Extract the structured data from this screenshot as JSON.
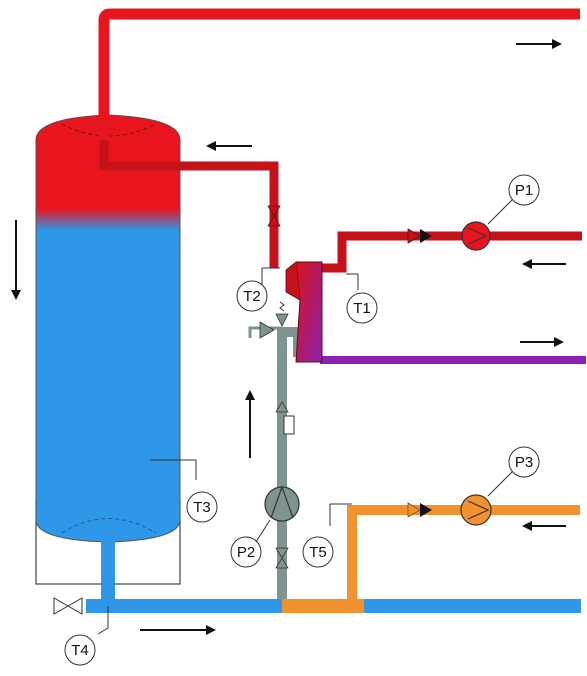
{
  "colors": {
    "hot": "#e8151f",
    "hot_dark": "#b31219",
    "cold": "#2f97e8",
    "cold_dark": "#1f6fb0",
    "mixed": "#8a22b5",
    "return_orange": "#f2922f",
    "return_orange_dark": "#c9701a",
    "recirc_gray": "#7f9390",
    "recirc_gray_dark": "#5a6866",
    "outline": "#333333"
  },
  "labels": {
    "t1": "T1",
    "t2": "T2",
    "t3": "T3",
    "t4": "T4",
    "t5": "T5",
    "p1": "P1",
    "p2": "P2",
    "p3": "P3"
  },
  "icons": {
    "flow_arrow": "arrow",
    "pump": "pump-icon",
    "valve": "valve-icon",
    "check_valve": "check-valve-icon",
    "sensor": "temperature-sensor-icon"
  }
}
